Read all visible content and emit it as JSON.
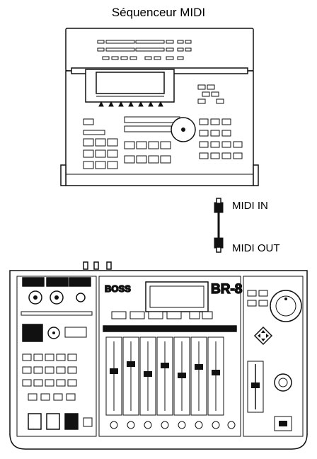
{
  "labels": {
    "title": "Séquenceur MIDI",
    "midi_in": "MIDI IN",
    "midi_out": "MIDI OUT"
  },
  "recorder": {
    "brand": "BOSS",
    "model": "BR-8"
  },
  "colors": {
    "line": "#111111",
    "background": "#ffffff"
  }
}
